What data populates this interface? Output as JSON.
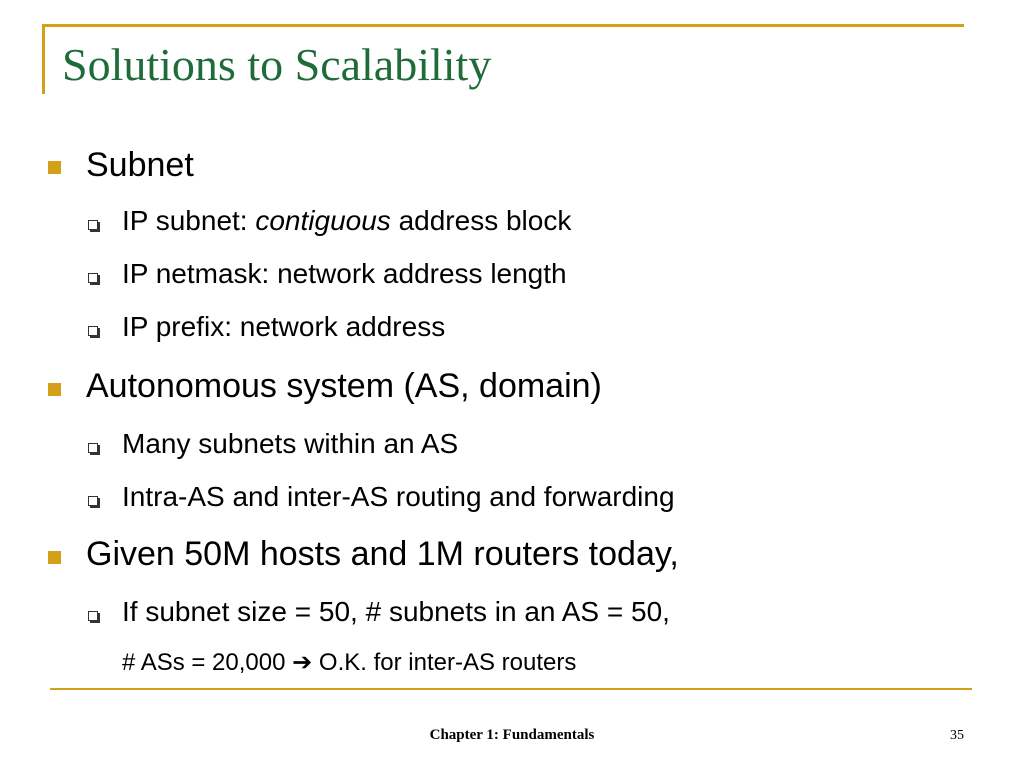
{
  "slide": {
    "title": "Solutions to Scalability",
    "bullets": [
      {
        "text": "Subnet",
        "sub": [
          {
            "pre": "IP subnet: ",
            "em": "contiguous",
            "post": " address block"
          },
          {
            "text": "IP netmask: network address length"
          },
          {
            "text": "IP prefix: network address"
          }
        ]
      },
      {
        "text": "Autonomous system (AS, domain)",
        "sub": [
          {
            "text": "Many subnets within an AS"
          },
          {
            "text": "Intra-AS and inter-AS routing and forwarding"
          }
        ]
      },
      {
        "text": "Given 50M hosts and 1M routers today,",
        "sub": [
          {
            "text": "If subnet size = 50, # subnets in an AS = 50,",
            "continuation": {
              "pre": "# ASs = 20,000 ",
              "arrow": "➔",
              "post": " O.K. for inter-AS routers"
            }
          }
        ]
      }
    ]
  },
  "footer": {
    "center": "Chapter 1: Fundamentals",
    "page": "35"
  },
  "colors": {
    "accent": "#d4a017",
    "title": "#1f6b3a"
  }
}
